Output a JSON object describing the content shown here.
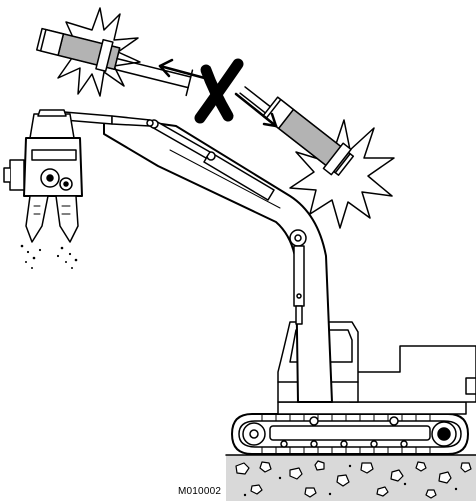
{
  "figure": {
    "code": "M010002",
    "subject": "excavator-with-hydraulic-crusher-attachment",
    "warning_symbol": "prohibition-cross",
    "line_color": "#000000",
    "fill_color": "#ffffff",
    "cylinder_fill": "#b3b3b3",
    "ground_fill": "#d9d9d9"
  }
}
